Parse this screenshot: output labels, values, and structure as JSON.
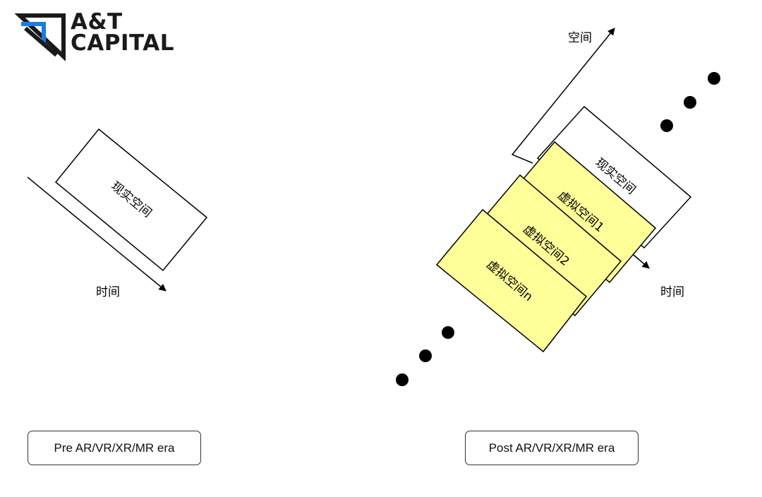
{
  "brand": {
    "name_line1": "A&T",
    "name_line2": "CAPITAL",
    "logo_icon": "at-capital-logo-icon",
    "colors": {
      "dark": "#1a1a1a",
      "accent": "#1e7be0"
    }
  },
  "pre": {
    "axis_time_label": "时间",
    "real_space_label": "现实空间",
    "era_label": "Pre AR/VR/XR/MR era"
  },
  "post": {
    "axis_space_label": "空间",
    "axis_time_label": "时间",
    "real_space_label": "现实空间",
    "virtual_spaces": [
      "虚拟空间1",
      "虚拟空间2",
      "虚拟空间n"
    ],
    "era_label": "Post AR/VR/XR/MR era"
  },
  "colors": {
    "virtual_fill": "#ffff99",
    "line": "#000000",
    "background": "#ffffff"
  }
}
